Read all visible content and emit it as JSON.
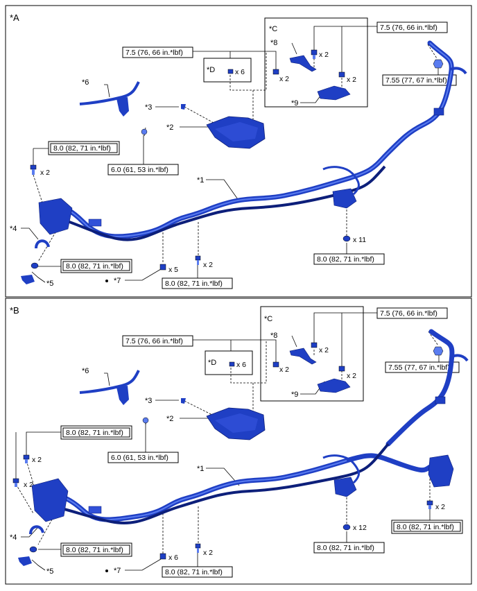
{
  "panels": [
    {
      "id": "A",
      "label": "*A",
      "callouts": {
        "c1": "*1",
        "c2": "*2",
        "c3": "*3",
        "c4": "*4",
        "c5": "*5",
        "c6": "*6",
        "c7": "*7",
        "c8": "*8",
        "c9": "*9",
        "boxC": "*C",
        "boxD": "*D"
      },
      "torques": {
        "t_top_right": "7.5 (76, 66 in.*lbf)",
        "t_top_mid": "7.5 (76, 66 in.*lbf)",
        "t_far_right": "7.55 (77, 67 in.*lbf)",
        "t_left_upper": "8.0 (82, 71 in.*lbf)",
        "t_mid_bolt": "6.0 (61, 53 in.*lbf)",
        "t_left_lower": "8.0 (82, 71 in.*lbf)",
        "t_bottom_mid": "8.0 (82, 71 in.*lbf)",
        "t_bottom_right": "8.0 (82, 71 in.*lbf)"
      },
      "counts": {
        "n_c_top": "x 2",
        "n_c_bottom": "x 2",
        "n_d": "x 6",
        "n_mid": "x 2",
        "n_left": "x 2",
        "n_bottom_mid": "x 2",
        "n_clamp": "x 5",
        "n_right": "x 11"
      }
    },
    {
      "id": "B",
      "label": "*B",
      "callouts": {
        "c1": "*1",
        "c2": "*2",
        "c3": "*3",
        "c4": "*4",
        "c5": "*5",
        "c6": "*6",
        "c7": "*7",
        "c8": "*8",
        "c9": "*9",
        "boxC": "*C",
        "boxD": "*D"
      },
      "torques": {
        "t_top_right": "7.5 (76, 66 in.*lbf)",
        "t_top_mid": "7.5 (76, 66 in.*lbf)",
        "t_far_right": "7.55 (77, 67 in.*lbf)",
        "t_left_upper": "8.0 (82, 71 in.*lbf)",
        "t_mid_bolt": "6.0 (61, 53 in.*lbf)",
        "t_left_lower": "8.0 (82, 71 in.*lbf)",
        "t_bottom_mid": "8.0 (82, 71 in.*lbf)",
        "t_bottom_right": "8.0 (82, 71 in.*lbf)",
        "t_right_extra": "8.0 (82, 71 in.*lbf)"
      },
      "counts": {
        "n_c_top": "x 2",
        "n_c_bottom": "x 2",
        "n_d": "x 6",
        "n_mid": "x 2",
        "n_left": "x 2",
        "n_left2": "x 2",
        "n_bottom_mid": "x 2",
        "n_clamp": "x 6",
        "n_right": "x 12",
        "n_right_extra": "x 2"
      }
    }
  ],
  "colors": {
    "part": "#1f3fc4",
    "part_dark": "#0d1f7a",
    "part_light": "#5a7cf0",
    "line": "#000000"
  }
}
